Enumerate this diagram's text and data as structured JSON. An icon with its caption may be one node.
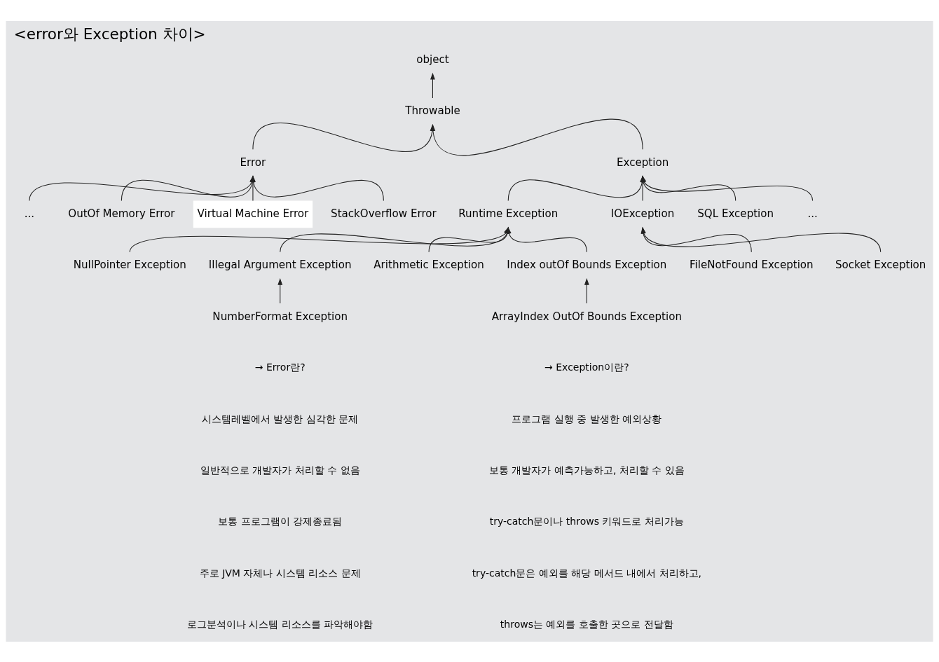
{
  "diagram": {
    "title": "<error와 Exception 차이>",
    "nodes": [
      {
        "text": [
          "object"
        ]
      },
      {
        "text": [
          "Throwable"
        ]
      },
      {
        "text": [
          "Error"
        ]
      },
      {
        "text": [
          "Exception"
        ]
      },
      {
        "text": [
          "..."
        ]
      },
      {
        "text": [
          "OutOf Memory Error"
        ]
      },
      {
        "text": [
          "Virtual Machine Error"
        ]
      },
      {
        "text": [
          "StackOverflow Error"
        ]
      },
      {
        "text": [
          "Runtime Exception"
        ]
      },
      {
        "text": [
          "IOException"
        ]
      },
      {
        "text": [
          "SQL Exception"
        ]
      },
      {
        "text": [
          "..."
        ]
      },
      {
        "text": [
          "NullPointer Exception"
        ]
      },
      {
        "text": [
          "Illegal Argument Exception"
        ]
      },
      {
        "text": [
          "Arithmetic Exception"
        ]
      },
      {
        "text": [
          "Index outOf Bounds Exception"
        ]
      },
      {
        "text": [
          "FileNotFound Exception"
        ]
      },
      {
        "text": [
          "Socket Exception"
        ]
      },
      {
        "text": [
          "NumberFormat Exception"
        ]
      },
      {
        "text": [
          "ArrayIndex OutOf Bounds Exception"
        ]
      }
    ],
    "edges": [
      {
        "from": 1,
        "to": 0,
        "arrow": "to"
      },
      {
        "from": 2,
        "to": 1,
        "arrow": "to"
      },
      {
        "from": 3,
        "to": 1,
        "arrow": "to"
      },
      {
        "from": 4,
        "to": 2,
        "arrow": "to"
      },
      {
        "from": 5,
        "to": 2,
        "arrow": "to"
      },
      {
        "from": 6,
        "to": 2,
        "arrow": "to"
      },
      {
        "from": 7,
        "to": 2,
        "arrow": "to"
      },
      {
        "from": 8,
        "to": 3,
        "arrow": "to"
      },
      {
        "from": 9,
        "to": 3,
        "arrow": "to"
      },
      {
        "from": 10,
        "to": 3,
        "arrow": "to"
      },
      {
        "from": 11,
        "to": 3,
        "arrow": "to"
      },
      {
        "from": 12,
        "to": 8,
        "arrow": "to"
      },
      {
        "from": 13,
        "to": 8,
        "arrow": "to"
      },
      {
        "from": 14,
        "to": 8,
        "arrow": "to"
      },
      {
        "from": 15,
        "to": 8,
        "arrow": "to"
      },
      {
        "from": 16,
        "to": 9,
        "arrow": "to"
      },
      {
        "from": 17,
        "to": 9,
        "arrow": "to"
      },
      {
        "from": 18,
        "to": 13,
        "arrow": "to"
      },
      {
        "from": 19,
        "to": 15,
        "arrow": "to"
      }
    ],
    "labels": [
      "→ Error란?",
      "시스템레벨에서 발생한 심각한 문제",
      "일반적으로 개발자가 처리할 수 없음",
      "보통 프로그램이 강제종료됨",
      "주로 JVM 자체나 시스템 리소스 문제",
      "로그분석이나 시스템 리소스를 파악해야함",
      "→ Exception이란?",
      "프로그램 실행 중 발생한 예외상황",
      "보통 개발자가 예측가능하고, 처리할 수 있음",
      "try-catch문이나 throws 키워드로 처리가능",
      "try-catch문은 예외를 해당 메서드 내에서 처리하고,",
      "throws는 예외를 호출한 곳으로 전달함"
    ]
  }
}
